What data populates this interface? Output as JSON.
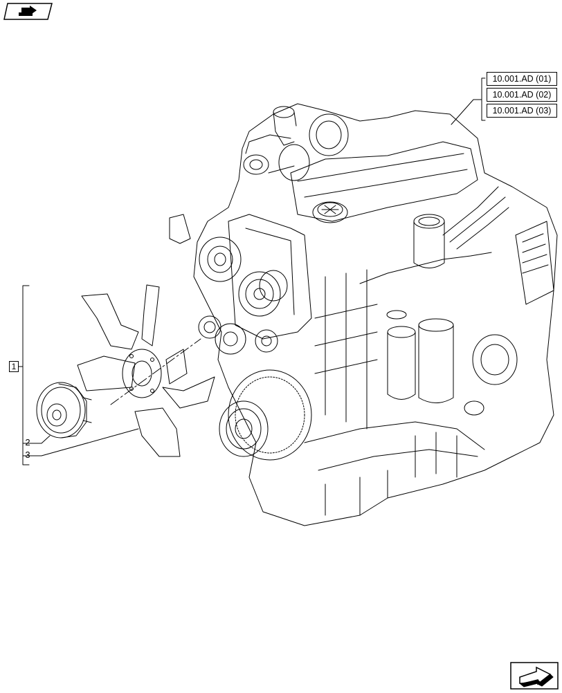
{
  "header": {
    "nav_icon": "book-arrow-icon"
  },
  "references": [
    {
      "label": "10.001.AD (01)"
    },
    {
      "label": "10.001.AD (02)"
    },
    {
      "label": "10.001.AD (03)"
    }
  ],
  "assembly": {
    "item_label": "1"
  },
  "callouts": [
    {
      "label": "2"
    },
    {
      "label": "3"
    }
  ],
  "footer": {
    "nav_icon": "next-page-arrow-icon"
  }
}
